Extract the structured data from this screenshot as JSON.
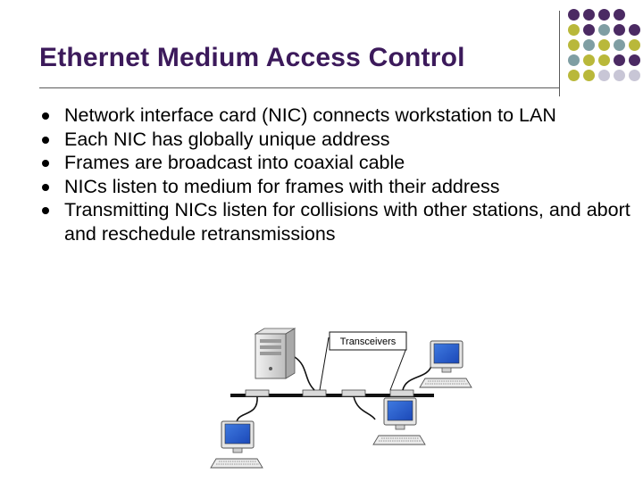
{
  "slide": {
    "title": "Ethernet Medium Access Control",
    "bullets": [
      "Network interface card (NIC) connects workstation to LAN",
      "Each NIC has globally unique address",
      "Frames are broadcast into coaxial cable",
      "NICs listen to medium for frames with their address",
      "Transmitting NICs listen for collisions with other stations, and abort and reschedule retransmissions"
    ],
    "decor": {
      "dot_rows": [
        [
          "purple",
          "purple",
          "purple",
          "purple",
          null
        ],
        [
          "olive",
          "purple",
          "teal",
          "purple",
          "purple"
        ],
        [
          "olive",
          "teal",
          "olive",
          "teal",
          "olive"
        ],
        [
          "teal",
          "olive",
          "olive",
          "purple",
          "purple"
        ],
        [
          "olive",
          "olive",
          "gray",
          "gray",
          "gray"
        ]
      ],
      "dot_colors": {
        "purple": "#4b2a63",
        "teal": "#7f9ea3",
        "olive": "#b9b83a",
        "gray": "#c8c6d6"
      }
    }
  },
  "diagram": {
    "callout_label": "Transceivers"
  }
}
